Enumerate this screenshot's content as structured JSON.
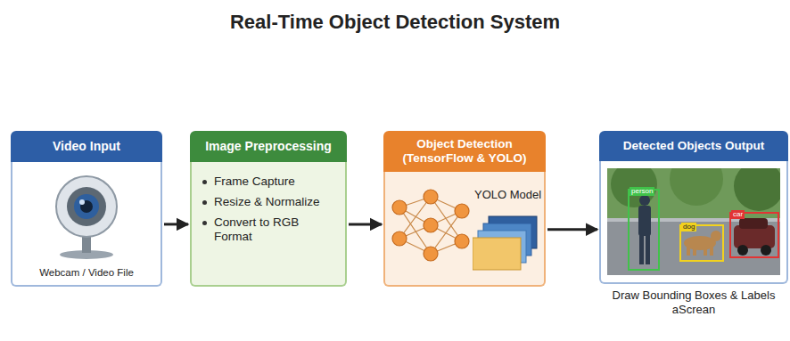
{
  "diagram": {
    "title": "Real-Time Object Detection System",
    "nodes": [
      {
        "text": [
          "Video Input",
          "Webcam / Video File"
        ]
      },
      {
        "text": [
          "Image Preprocessing",
          "Frame Capture",
          "Resize & Normalize",
          "Convert to RGB Format"
        ]
      },
      {
        "text": [
          "Object Detection (TensorFlow & YOLO)",
          "YOLO Model"
        ]
      },
      {
        "text": [
          "Detected Objects Output",
          "Draw Bounding Boxes & Labels aScrean"
        ]
      }
    ],
    "edges": [
      {
        "from": 0,
        "to": 1,
        "arrow": "to"
      },
      {
        "from": 1,
        "to": 2,
        "arrow": "to"
      },
      {
        "from": 2,
        "to": 3,
        "arrow": "to"
      }
    ],
    "labels": [
      "person",
      "dog",
      "car"
    ]
  }
}
